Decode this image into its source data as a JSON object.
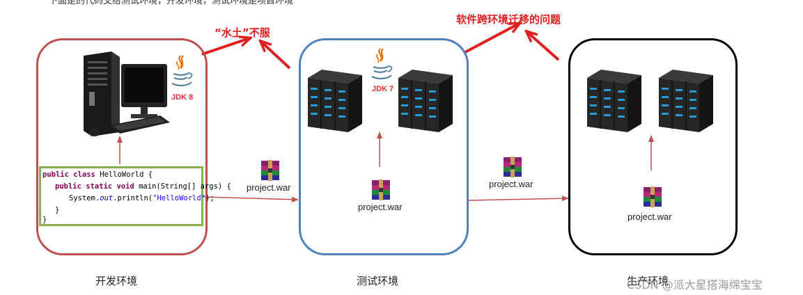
{
  "top_partial_text": "下面是的代码交给测试环境，开发环境，测试环境是项目环境",
  "annotations": {
    "left": "“水土”不服",
    "right": "软件跨环境迁移的问题"
  },
  "environments": [
    {
      "label": "开发环境",
      "color": "#c0504d",
      "jdk": "JDK 8"
    },
    {
      "label": "测试环境",
      "color": "#4f81bd",
      "jdk": "JDK 7"
    },
    {
      "label": "生产环境",
      "color": "#000000"
    }
  ],
  "artifact": "project.war",
  "code_lines": [
    [
      "public class ",
      "HelloWorld {"
    ],
    [
      "public static void ",
      "main(String[] args) {"
    ],
    [
      "System.",
      "out",
      ".println(",
      "\"HelloWorld\"",
      ");"
    ],
    [
      "}"
    ],
    [
      "}"
    ]
  ],
  "watermark": "CSDN @派大星搭海绵宝宝"
}
